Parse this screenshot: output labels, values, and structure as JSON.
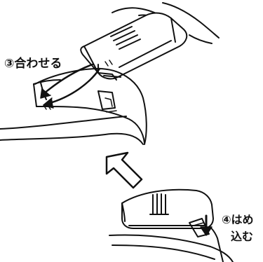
{
  "steps": {
    "step3": {
      "label": "③合わせる"
    },
    "step4": {
      "label_line1": "④はめ",
      "label_line2": "込む"
    }
  },
  "colors": {
    "line": "#111111",
    "fill": "#ffffff",
    "shade": "#e6e6e6"
  }
}
